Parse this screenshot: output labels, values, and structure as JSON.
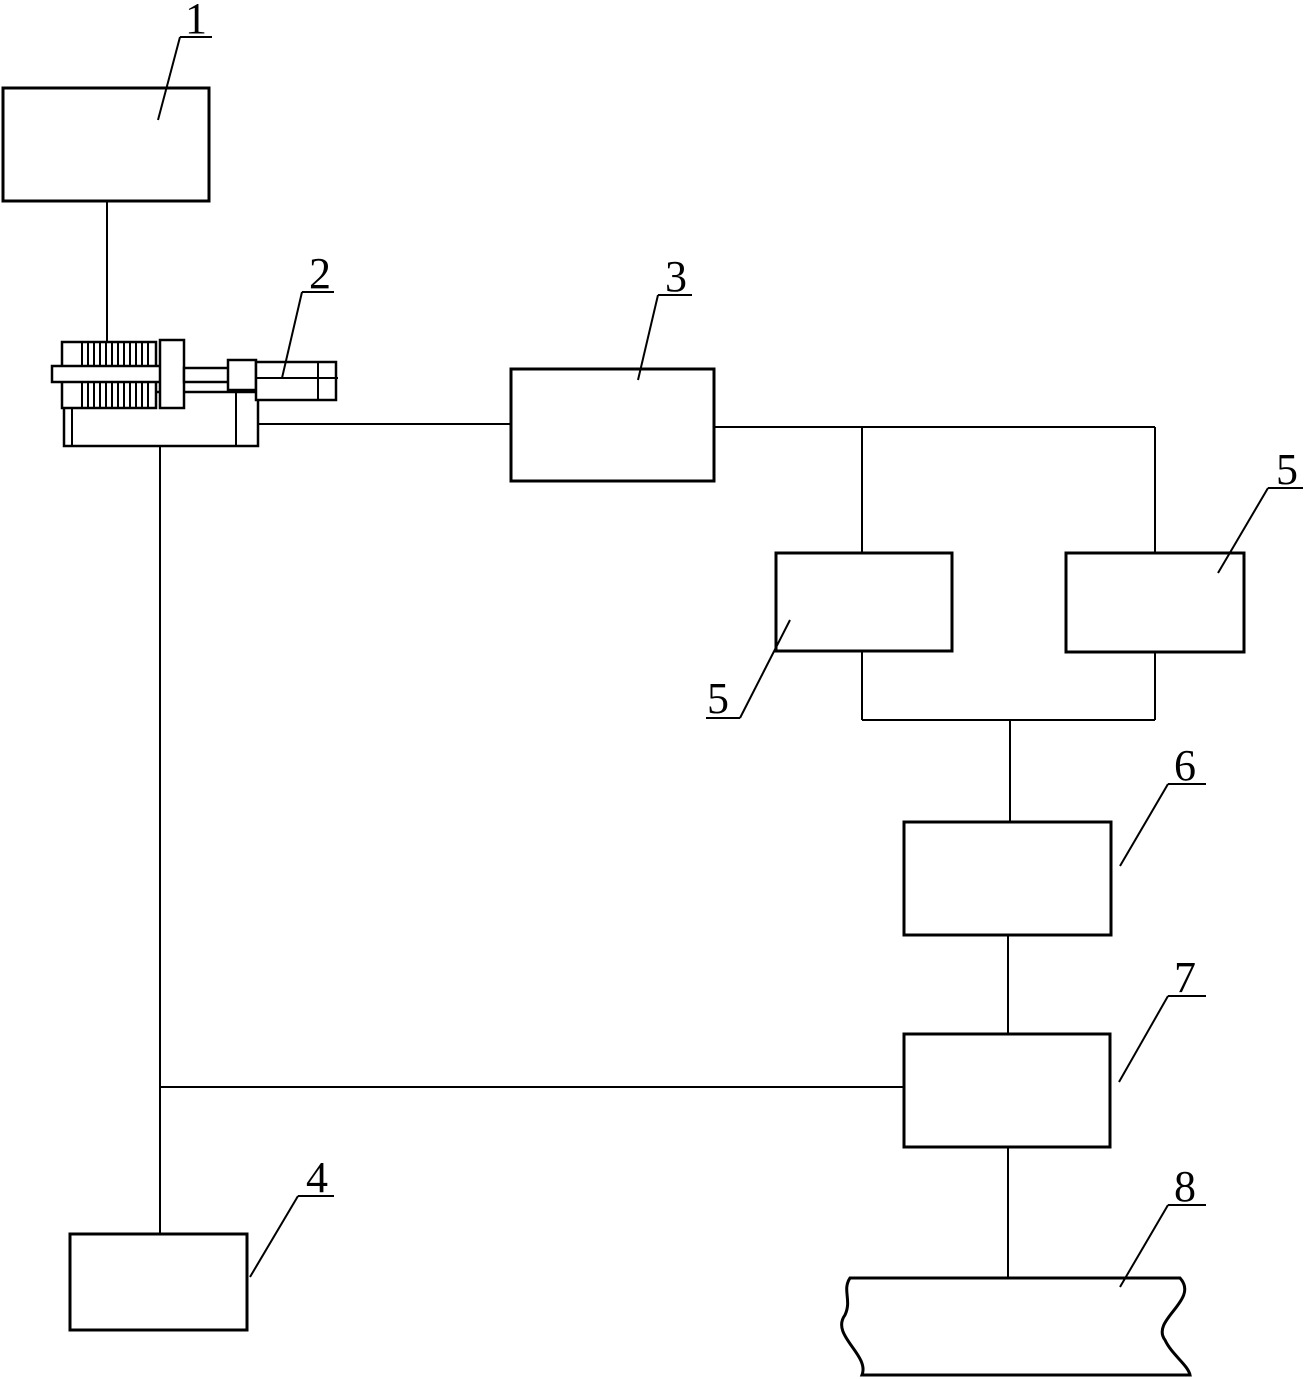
{
  "labels": {
    "block1": "1",
    "block2": "2",
    "block3": "3",
    "block4": "4",
    "block5_left": "5",
    "block5_right": "5",
    "block6": "6",
    "block7": "7",
    "block8": "8"
  },
  "colors": {
    "line": "#000000",
    "background": "#ffffff"
  }
}
